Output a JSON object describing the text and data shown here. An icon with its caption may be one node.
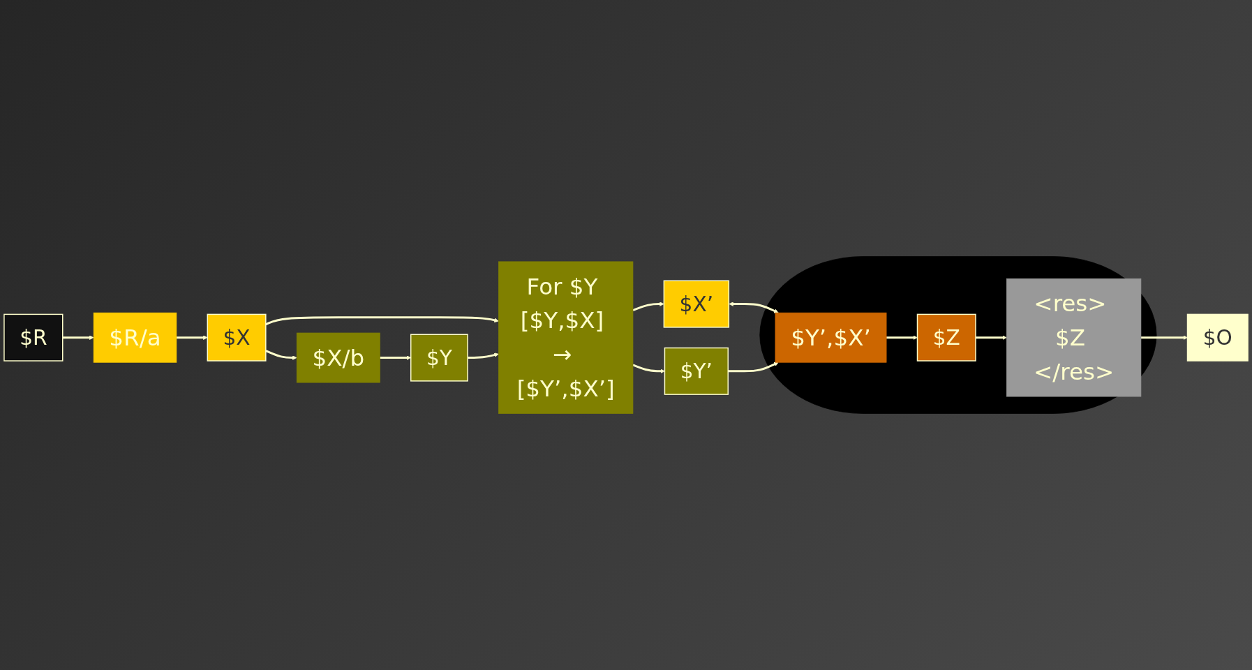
{
  "diagram": {
    "nodes": [
      {
        "text": [
          "$R"
        ]
      },
      {
        "text": [
          "$R/a"
        ]
      },
      {
        "text": [
          "$X"
        ]
      },
      {
        "text": [
          "$X/b"
        ]
      },
      {
        "text": [
          "$Y"
        ]
      },
      {
        "text": [
          "For $Y [$Y,$X] → [$Y’,$X’]"
        ]
      },
      {
        "text": [
          "$X’"
        ]
      },
      {
        "text": [
          "$Y’"
        ]
      },
      {
        "text": [],
        "shape": "ellipse"
      },
      {
        "text": [
          "$Y’,$X’"
        ],
        "in": 8
      },
      {
        "text": [
          "$Z"
        ],
        "in": 8
      },
      {
        "text": [
          "<res> $Z </res>"
        ],
        "in": 8
      },
      {
        "text": [
          "$O"
        ]
      }
    ],
    "edges": [
      {
        "from": 0,
        "to": 1,
        "arrow": "to"
      },
      {
        "from": 1,
        "to": 2,
        "arrow": "to"
      },
      {
        "from": 2,
        "to": 3,
        "arrow": "to"
      },
      {
        "from": 2,
        "to": 5,
        "arrow": "to"
      },
      {
        "from": 3,
        "to": 4,
        "arrow": "to"
      },
      {
        "from": 4,
        "to": 5,
        "arrow": "to"
      },
      {
        "from": 5,
        "to": 6,
        "arrow": "to"
      },
      {
        "from": 5,
        "to": 7,
        "arrow": "to"
      },
      {
        "from": 6,
        "to": 9,
        "arrow": "both"
      },
      {
        "from": 7,
        "to": 9,
        "arrow": "to"
      },
      {
        "from": 9,
        "to": 10,
        "arrow": "to"
      },
      {
        "from": 10,
        "to": 11,
        "arrow": "to"
      },
      {
        "from": 11,
        "to": 12,
        "arrow": "to"
      }
    ]
  }
}
